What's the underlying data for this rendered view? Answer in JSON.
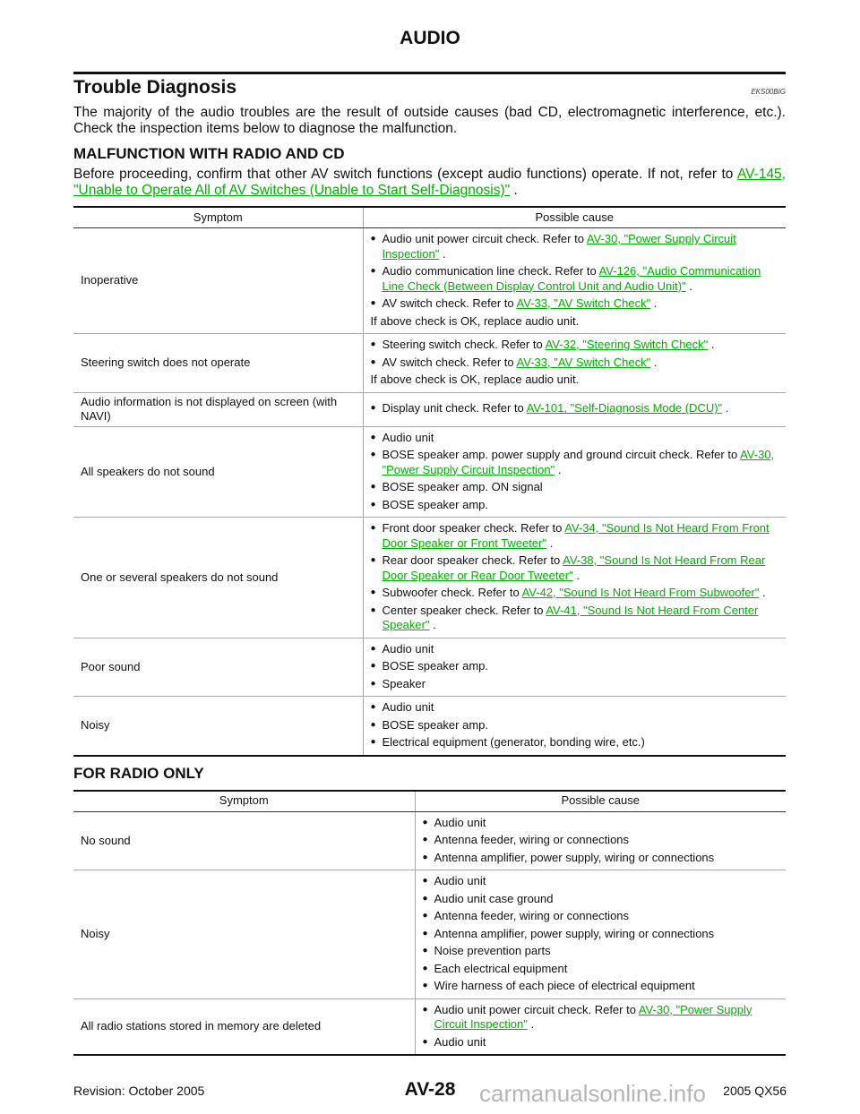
{
  "header": {
    "title": "AUDIO"
  },
  "section": {
    "title": "Trouble Diagnosis",
    "code": "EKS00BIG",
    "intro": "The majority of the audio troubles are the result of outside causes (bad CD, electromagnetic interference, etc.). Check the inspection items below to diagnose the malfunction."
  },
  "malfunction": {
    "title": "MALFUNCTION WITH RADIO AND CD",
    "para_pre": "Before proceeding, confirm that other AV switch functions (except audio functions) operate. If not, refer to ",
    "para_link": "AV-145, \"Unable to Operate All of AV Switches (Unable to Start Self-Diagnosis)\"",
    "para_post": " .",
    "table": {
      "headers": [
        "Symptom",
        "Possible cause"
      ],
      "rows": [
        {
          "symptom": "Inoperative",
          "causes": [
            {
              "b": true,
              "pre": "Audio unit power circuit check. Refer to ",
              "link": "AV-30, \"Power Supply Circuit Inspection\"",
              "post": " ."
            },
            {
              "b": true,
              "pre": "Audio communication line check. Refer to ",
              "link": "AV-126, \"Audio Communication Line Check (Between Display Control Unit and Audio Unit)\"",
              "post": " ."
            },
            {
              "b": true,
              "pre": "AV switch check. Refer to ",
              "link": "AV-33, \"AV Switch Check\"",
              "post": " ."
            },
            {
              "b": false,
              "pre": "If above check is OK, replace audio unit."
            }
          ]
        },
        {
          "symptom": "Steering switch does not operate",
          "causes": [
            {
              "b": true,
              "pre": "Steering switch check. Refer to ",
              "link": "AV-32, \"Steering Switch Check\"",
              "post": " ."
            },
            {
              "b": true,
              "pre": "AV switch check. Refer to ",
              "link": "AV-33, \"AV Switch Check\"",
              "post": " ."
            },
            {
              "b": false,
              "pre": "If above check is OK, replace audio unit."
            }
          ]
        },
        {
          "symptom": "Audio information is not displayed on screen (with NAVI)",
          "causes": [
            {
              "b": true,
              "pre": "Display unit check. Refer to ",
              "link": "AV-101, \"Self-Diagnosis Mode (DCU)\"",
              "post": " ."
            }
          ]
        },
        {
          "symptom": "All speakers do not sound",
          "causes": [
            {
              "b": true,
              "pre": "Audio unit"
            },
            {
              "b": true,
              "pre": "BOSE speaker amp. power supply and ground circuit check. Refer to ",
              "link": "AV-30, \"Power Supply Circuit Inspection\"",
              "post": " ."
            },
            {
              "b": true,
              "pre": "BOSE speaker amp. ON signal"
            },
            {
              "b": true,
              "pre": "BOSE speaker amp."
            }
          ]
        },
        {
          "symptom": "One or several speakers do not sound",
          "causes": [
            {
              "b": true,
              "pre": "Front door speaker check. Refer to ",
              "link": "AV-34, \"Sound Is Not Heard From Front Door Speaker or Front Tweeter\"",
              "post": " ."
            },
            {
              "b": true,
              "pre": "Rear door speaker check. Refer to ",
              "link": "AV-38, \"Sound Is Not Heard From Rear Door Speaker or Rear Door Tweeter\"",
              "post": " ."
            },
            {
              "b": true,
              "pre": "Subwoofer check. Refer to ",
              "link": "AV-42, \"Sound Is Not Heard From Subwoofer\"",
              "post": " ."
            },
            {
              "b": true,
              "pre": "Center speaker check. Refer to ",
              "link": "AV-41, \"Sound Is Not Heard From Center Speaker\"",
              "post": " ."
            }
          ]
        },
        {
          "symptom": "Poor sound",
          "causes": [
            {
              "b": true,
              "pre": "Audio unit"
            },
            {
              "b": true,
              "pre": "BOSE speaker amp."
            },
            {
              "b": true,
              "pre": "Speaker"
            }
          ]
        },
        {
          "symptom": "Noisy",
          "causes": [
            {
              "b": true,
              "pre": "Audio unit"
            },
            {
              "b": true,
              "pre": "BOSE speaker amp."
            },
            {
              "b": true,
              "pre": "Electrical equipment (generator, bonding wire, etc.)"
            }
          ]
        }
      ]
    }
  },
  "radio": {
    "title": "FOR RADIO ONLY",
    "table": {
      "headers": [
        "Symptom",
        "Possible cause"
      ],
      "rows": [
        {
          "symptom": "No sound",
          "causes": [
            {
              "b": true,
              "pre": "Audio unit"
            },
            {
              "b": true,
              "pre": "Antenna feeder, wiring or connections"
            },
            {
              "b": true,
              "pre": "Antenna amplifier, power supply, wiring or connections"
            }
          ]
        },
        {
          "symptom": "Noisy",
          "causes": [
            {
              "b": true,
              "pre": "Audio unit"
            },
            {
              "b": true,
              "pre": "Audio unit case ground"
            },
            {
              "b": true,
              "pre": "Antenna feeder, wiring or connections"
            },
            {
              "b": true,
              "pre": "Antenna amplifier, power supply, wiring or connections"
            },
            {
              "b": true,
              "pre": "Noise prevention parts"
            },
            {
              "b": true,
              "pre": "Each electrical equipment"
            },
            {
              "b": true,
              "pre": "Wire harness of each piece of electrical equipment"
            }
          ]
        },
        {
          "symptom": "All radio stations stored in memory are deleted",
          "causes": [
            {
              "b": true,
              "pre": "Audio unit power circuit check. Refer to ",
              "link": "AV-30, \"Power Supply Circuit Inspection\"",
              "post": " ."
            },
            {
              "b": true,
              "pre": "Audio unit"
            }
          ]
        }
      ]
    }
  },
  "footer": {
    "revision": "Revision: October 2005",
    "page": "AV-28",
    "model": "2005 QX56",
    "watermark": "carmanualsonline.info"
  }
}
